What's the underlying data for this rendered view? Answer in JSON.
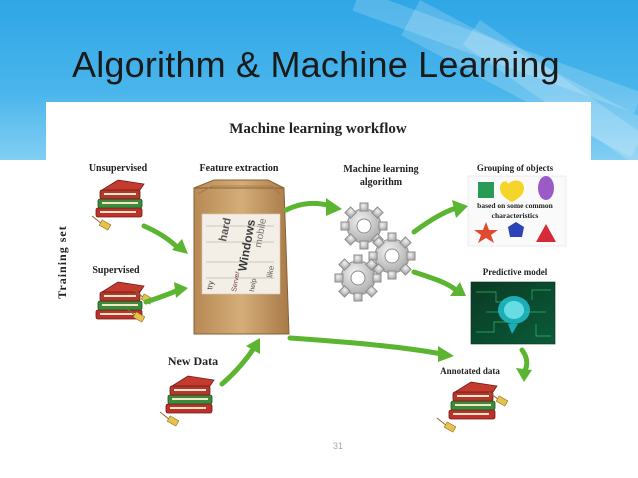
{
  "slide": {
    "title": "Algorithm & Machine Learning",
    "page_number": "31"
  },
  "figure": {
    "heading": "Machine learning workflow",
    "training_set_label": "Training set",
    "unsupervised_label": "Unsupervised",
    "supervised_label": "Supervised",
    "feature_extraction_label": "Feature extraction",
    "ml_algorithm_label_line1": "Machine learning",
    "ml_algorithm_label_line2": "algorithm",
    "grouping_label": "Grouping of objects",
    "grouping_sub_line1": "based on some common",
    "grouping_sub_line2": "characteristics",
    "predictive_label": "Predictive model",
    "new_data_label": "New Data",
    "annotated_label": "Annotated data",
    "bag_words": [
      "Windows",
      "hard",
      "mobile",
      "try",
      "like",
      "Server",
      "help"
    ]
  },
  "colors": {
    "header_blue": "#2fa6e6",
    "arrow_green": "#5cb531",
    "bag_brown": "#c9a06a",
    "gear_gray": "#c8c8c8",
    "book_red": "#c0302a",
    "book_green": "#3f8a3a"
  }
}
